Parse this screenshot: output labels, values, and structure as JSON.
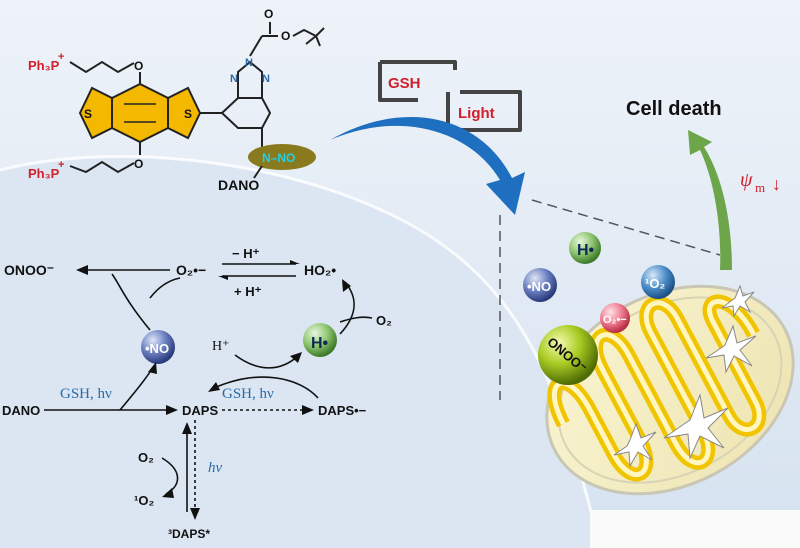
{
  "structure": {
    "ph3p_top": "Ph₃P",
    "ph3p_bottom": "Ph₃P",
    "plus": "+",
    "nitroso": "N–NO",
    "name": "DANO",
    "S": "S",
    "N": "N",
    "O": "O"
  },
  "triggers": {
    "gsh": "GSH",
    "light": "Light"
  },
  "outcome": {
    "cell_death": "Cell death",
    "psi": "ψ",
    "psi_sub": "m",
    "down_arrow": "↓"
  },
  "bubbles": {
    "h_radical": "H•",
    "no_radical": "•NO",
    "singlet_o2": "¹O₂",
    "superoxide": "O₂•−",
    "peroxynitrite": "ONOO⁻"
  },
  "mechanism": {
    "onoo": "ONOO⁻",
    "o2_radical": "O₂•−",
    "minus_h": "− H⁺",
    "plus_h": "+ H⁺",
    "ho2": "HO₂•",
    "o2_top": "O₂",
    "no_bubble": "•NO",
    "h_bubble": "H•",
    "h_plus": "H⁺",
    "gsh_hv_left": "GSH, hν",
    "gsh_hv_right": "GSH, hν",
    "dano": "DANO",
    "daps": "DAPS",
    "daps_anion": "DAPS•−",
    "o2_bottom": "O₂",
    "hv": "hν",
    "singlet_o2": "¹O₂",
    "triplet_daps": "³DAPS*"
  },
  "colors": {
    "background_top": "#e8eef6",
    "background_lower": "#dbe6f3",
    "thiophene_yellow": "#f5b800",
    "nitroso_olive": "#8a7a1e",
    "arrow_blue": "#1f6fc0",
    "arrow_green": "#6da64a",
    "text_red": "#d0202c",
    "text_blue": "#2a6aa8"
  }
}
